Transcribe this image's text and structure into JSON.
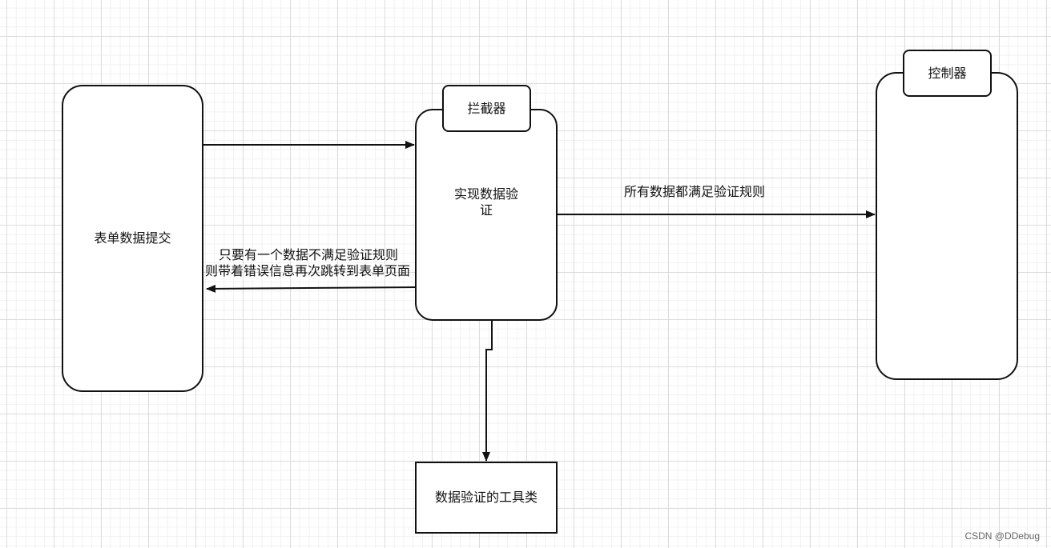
{
  "diagram": {
    "nodes": {
      "form_submit": {
        "label": "表单数据提交"
      },
      "interceptor_tag": {
        "label": "拦截器"
      },
      "validation": {
        "label": "实现数据验\n证"
      },
      "controller_tag": {
        "label": "控制器"
      },
      "util": {
        "label": "数据验证的工具类"
      }
    },
    "edges": {
      "form_to_interceptor": {
        "label": ""
      },
      "interceptor_to_controller": {
        "label": "所有数据都满足验证规则"
      },
      "interceptor_to_form": {
        "label_line1": "只要有一个数据不满足验证规则",
        "label_line2": "则带着错误信息再次跳转到表单页面"
      },
      "interceptor_to_util": {
        "label": ""
      }
    },
    "line_color": "#111111",
    "grid_color": "#dcdcdc"
  },
  "watermark": "CSDN @DDebug"
}
